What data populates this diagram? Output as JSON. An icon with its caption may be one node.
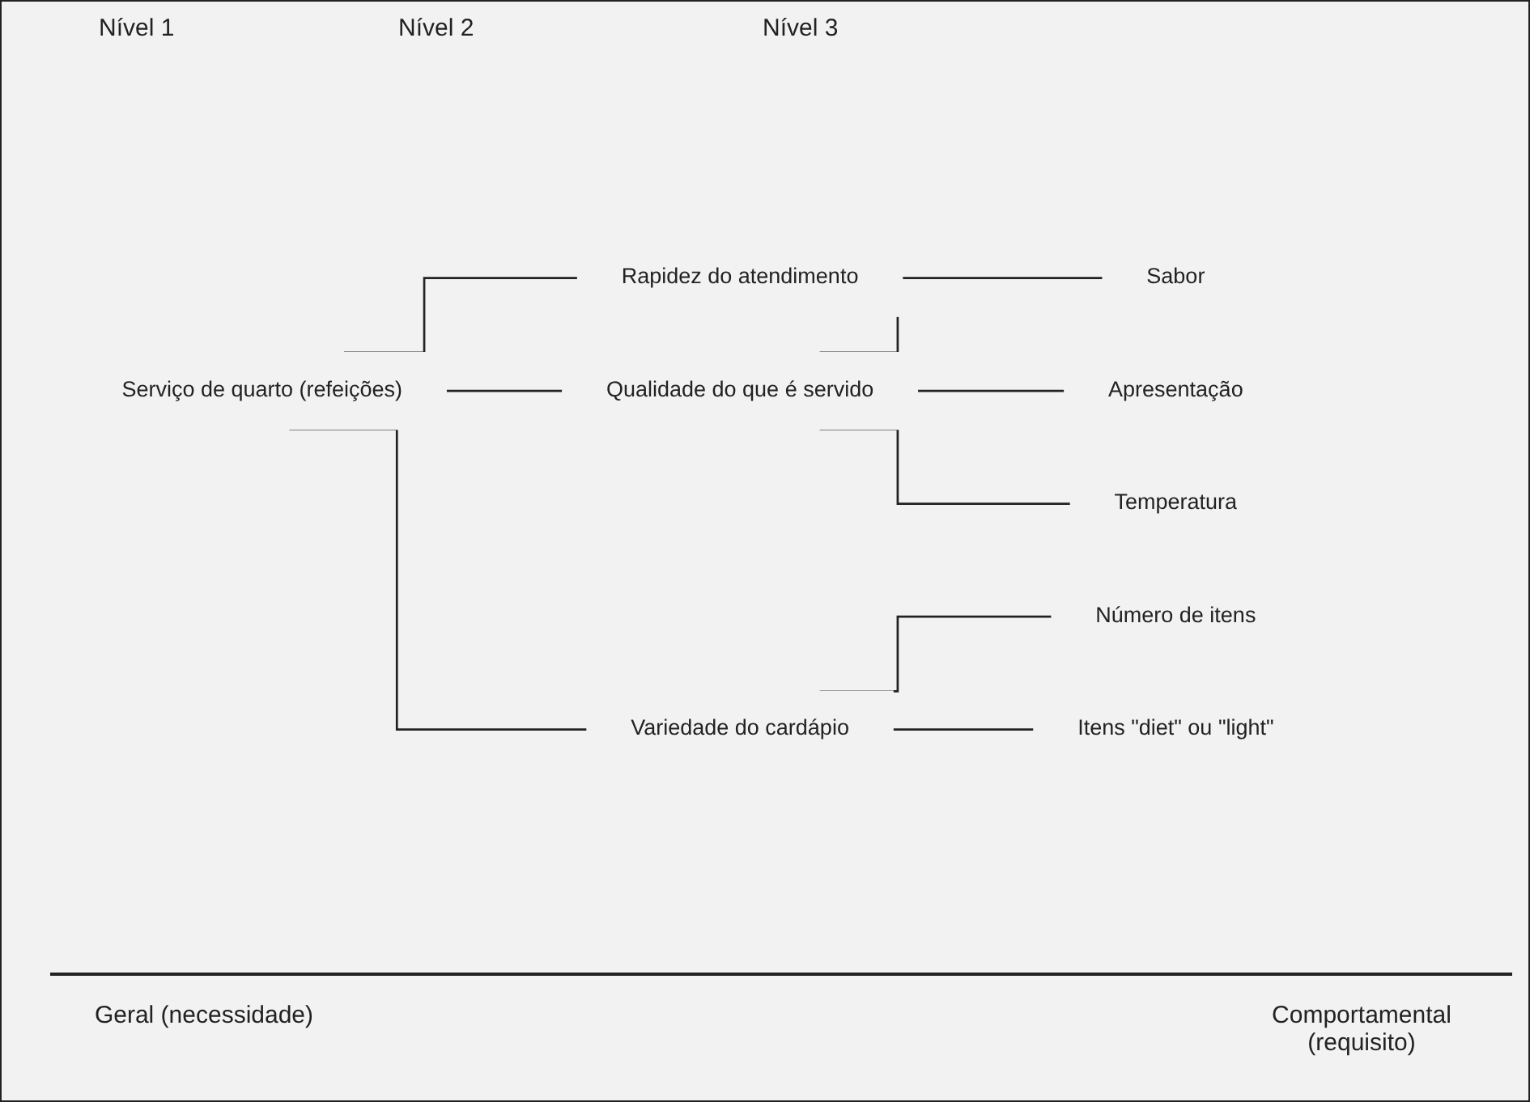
{
  "diagram": {
    "nodes": [
      {
        "text": [
          "Serviço de quarto (refeições)"
        ]
      },
      {
        "text": [
          "Rapidez do atendimento"
        ]
      },
      {
        "text": [
          "Qualidade do que é servido"
        ]
      },
      {
        "text": [
          "Variedade do cardápio"
        ]
      },
      {
        "text": [
          "Sabor"
        ]
      },
      {
        "text": [
          "Apresentação"
        ]
      },
      {
        "text": [
          "Temperatura"
        ]
      },
      {
        "text": [
          "Número de itens"
        ]
      },
      {
        "text": [
          "Itens \"diet\" ou \"light\""
        ]
      }
    ],
    "edges": [
      {
        "from": 0,
        "to": 1,
        "arrow": "none"
      },
      {
        "from": 0,
        "to": 2,
        "arrow": "none"
      },
      {
        "from": 0,
        "to": 3,
        "arrow": "none"
      },
      {
        "from": 2,
        "to": 4,
        "arrow": "none"
      },
      {
        "from": 2,
        "to": 5,
        "arrow": "none"
      },
      {
        "from": 2,
        "to": 6,
        "arrow": "none"
      },
      {
        "from": 3,
        "to": 7,
        "arrow": "none"
      },
      {
        "from": 3,
        "to": 8,
        "arrow": "none"
      }
    ],
    "labels": [
      "Nível 1",
      "Nível 2",
      "Nível 3",
      "Geral (necessidade)",
      "Comportamental (requisito)"
    ]
  }
}
